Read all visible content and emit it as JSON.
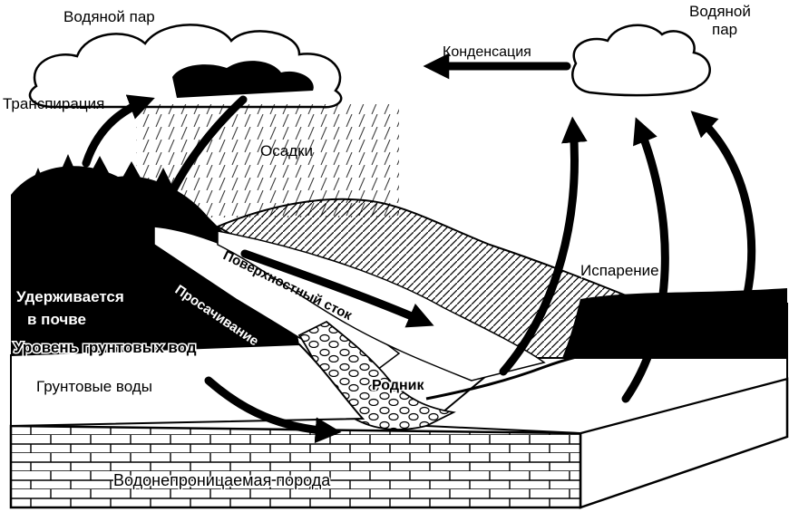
{
  "diagram": {
    "labels": {
      "vapor_left": "Водяной пар",
      "vapor_right_line1": "Водяной",
      "vapor_right_line2": "пар",
      "condensation": "Конденсация",
      "transpiration": "Транспирация",
      "precipitation": "Осадки",
      "surface_runoff": "Поверхностный сток",
      "infiltration": "Просачивание",
      "soil_retention_line1": "Удерживается",
      "soil_retention_line2": "в почве",
      "water_table": "Уровень грунтовых вод",
      "groundwater": "Грунтовые воды",
      "spring": "Родник",
      "evaporation": "Испарение",
      "impermeable_rock": "Водонепроницаемая порода"
    },
    "colors": {
      "ink": "#000000",
      "paper": "#ffffff"
    }
  }
}
